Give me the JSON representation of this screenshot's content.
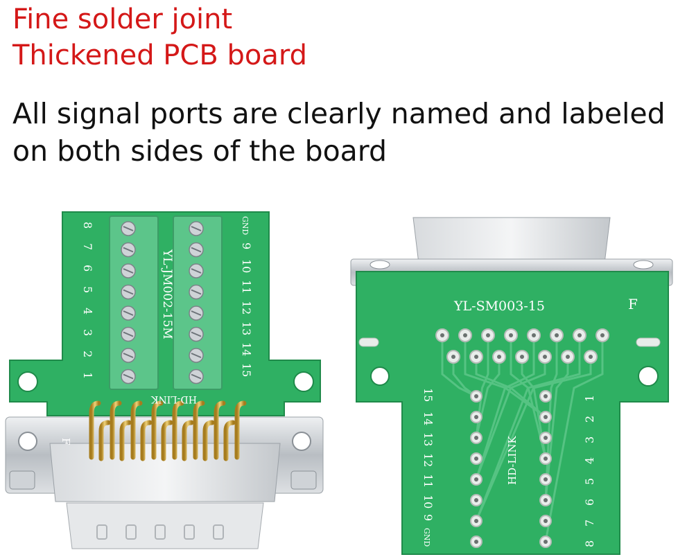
{
  "headlines": {
    "line1": "Fine solder joint",
    "line2": "Thickened PCB board"
  },
  "description": {
    "line1": "All signal ports are clearly named and labeled",
    "line2": "on both sides of the board"
  },
  "left_board": {
    "model": "YL-JM002-15M",
    "brand": "HD-LINK",
    "corner_mark": "F",
    "left_pins": [
      "8",
      "7",
      "6",
      "5",
      "4",
      "3",
      "2",
      "1"
    ],
    "right_pins": [
      "GND",
      "9",
      "10",
      "11",
      "12",
      "13",
      "14",
      "15"
    ]
  },
  "right_board": {
    "model": "YL-SM003-15",
    "brand": "HD-LINK",
    "corner_mark": "F",
    "left_pins": [
      "15",
      "14",
      "13",
      "12",
      "11",
      "10",
      "9",
      "GND"
    ],
    "right_pins": [
      "1",
      "2",
      "3",
      "4",
      "5",
      "6",
      "7",
      "8"
    ]
  },
  "colors": {
    "headline": "#d41818",
    "text": "#111111",
    "pcb_green": "#2fb063",
    "terminal_green": "#5cc58a",
    "metal": "#c9cdd1",
    "gold": "#c9a13a"
  }
}
